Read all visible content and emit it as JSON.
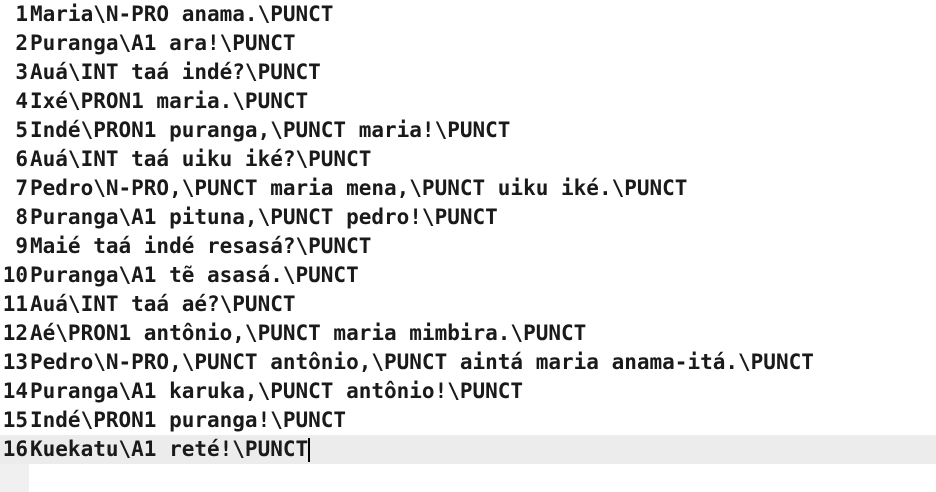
{
  "editor": {
    "lines": [
      {
        "number": "1",
        "text": "Maria\\N-PRO anama.\\PUNCT"
      },
      {
        "number": "2",
        "text": "Puranga\\A1 ara!\\PUNCT"
      },
      {
        "number": "3",
        "text": "Auá\\INT taá indé?\\PUNCT"
      },
      {
        "number": "4",
        "text": "Ixé\\PRON1 maria.\\PUNCT"
      },
      {
        "number": "5",
        "text": "Indé\\PRON1 puranga,\\PUNCT maria!\\PUNCT"
      },
      {
        "number": "6",
        "text": "Auá\\INT taá uiku iké?\\PUNCT"
      },
      {
        "number": "7",
        "text": "Pedro\\N-PRO,\\PUNCT maria mena,\\PUNCT uiku iké.\\PUNCT"
      },
      {
        "number": "8",
        "text": "Puranga\\A1 pituna,\\PUNCT pedro!\\PUNCT"
      },
      {
        "number": "9",
        "text": "Maié taá indé resasá?\\PUNCT"
      },
      {
        "number": "10",
        "text": "Puranga\\A1 tẽ asasá.\\PUNCT"
      },
      {
        "number": "11",
        "text": "Auá\\INT taá aé?\\PUNCT"
      },
      {
        "number": "12",
        "text": "Aé\\PRON1 antônio,\\PUNCT maria mimbira.\\PUNCT"
      },
      {
        "number": "13",
        "text": "Pedro\\N-PRO,\\PUNCT antônio,\\PUNCT aintá maria anama-itá.\\PUNCT"
      },
      {
        "number": "14",
        "text": "Puranga\\A1 karuka,\\PUNCT antônio!\\PUNCT"
      },
      {
        "number": "15",
        "text": "Indé\\PRON1 puranga!\\PUNCT"
      },
      {
        "number": "16",
        "text": "Kuekatu\\A1 reté!\\PUNCT"
      }
    ],
    "current_line_highlight": "#ececec"
  }
}
